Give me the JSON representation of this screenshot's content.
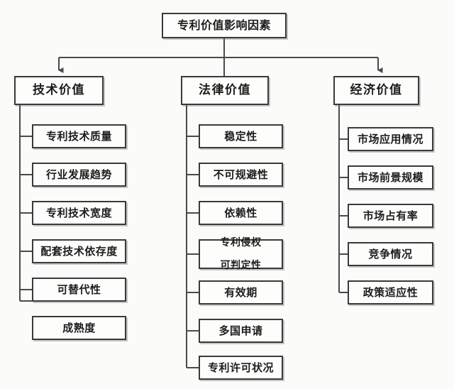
{
  "diagram": {
    "type": "tree-hierarchy",
    "orientation": "top-down-then-left-spine",
    "root": {
      "label": "专利价值影响因素"
    },
    "branches": [
      {
        "id": "technical",
        "label": "技术价值",
        "children": [
          {
            "label": "专利技术质量"
          },
          {
            "label": "行业发展趋势"
          },
          {
            "label": "专利技术宽度"
          },
          {
            "label": "配套技术依存度"
          },
          {
            "label": "可替代性"
          },
          {
            "label": "成熟度"
          }
        ]
      },
      {
        "id": "legal",
        "label": "法律价值",
        "children": [
          {
            "label": "稳定性"
          },
          {
            "label": "不可规避性"
          },
          {
            "label": "依赖性"
          },
          {
            "label": "专利侵权",
            "label2": "可判定性"
          },
          {
            "label": "有效期"
          },
          {
            "label": "多国申请"
          },
          {
            "label": "专利许可状况"
          }
        ]
      },
      {
        "id": "economic",
        "label": "经济价值",
        "children": [
          {
            "label": "市场应用情况"
          },
          {
            "label": "市场前景规模"
          },
          {
            "label": "市场占有率"
          },
          {
            "label": "竞争情况"
          },
          {
            "label": "政策适应性"
          }
        ]
      }
    ],
    "colors": {
      "background": "#fbfbfa",
      "box_fill": "#fdfdfc",
      "box_border": "#3a3a3a",
      "connector": "#4a4a4a",
      "text": "#1d1d1d"
    }
  }
}
